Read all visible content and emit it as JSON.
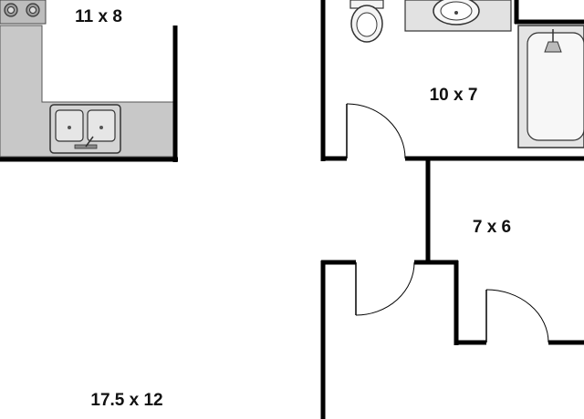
{
  "floor_plan": {
    "rooms": [
      {
        "id": "kitchen",
        "label": "11 x 8"
      },
      {
        "id": "bathroom",
        "label": "10 x 7"
      },
      {
        "id": "closet",
        "label": "7 x 6"
      },
      {
        "id": "living",
        "label": "17.5 x 12"
      }
    ],
    "fixtures": [
      "stove",
      "double-sink",
      "toilet",
      "bathroom-sink",
      "bathtub"
    ]
  }
}
